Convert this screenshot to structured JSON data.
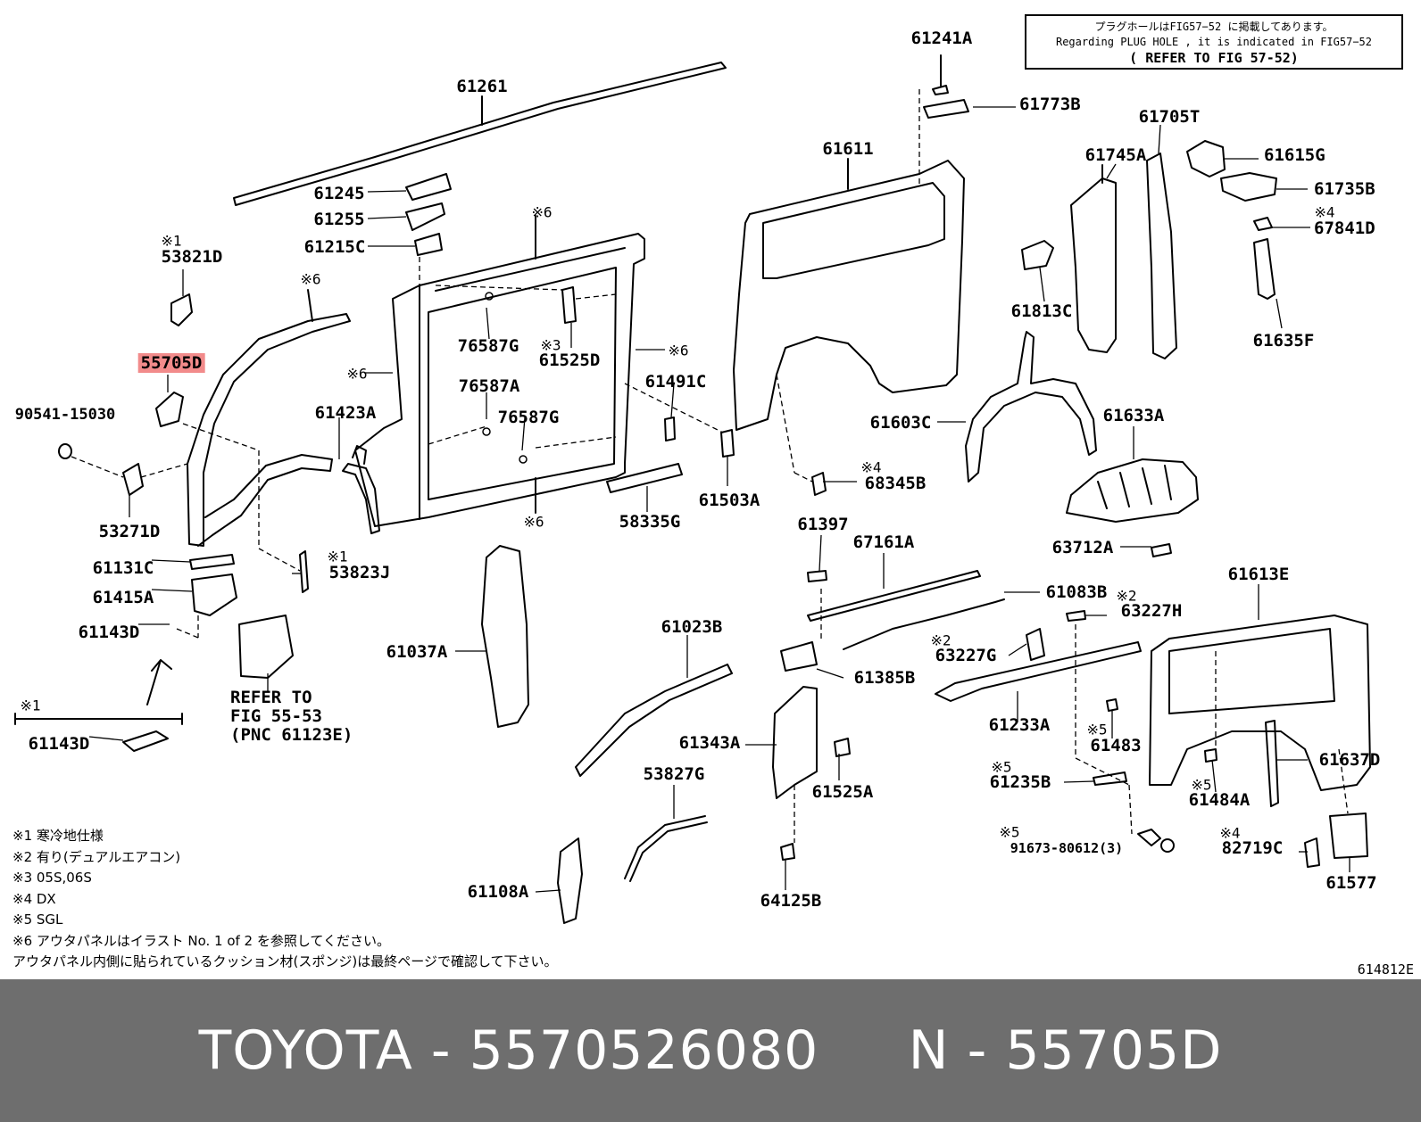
{
  "note_box": {
    "line1": "プラグホールはFIG57−52 に掲載してあります。",
    "line2": "Regarding PLUG HOLE , it is indicated in FIG57−52",
    "line3": "( REFER TO FIG 57-52)"
  },
  "parts": {
    "p61261": "61261",
    "p61241A": "61241A",
    "p61773B": "61773B",
    "p61705T": "61705T",
    "p61611": "61611",
    "p61745A": "61745A",
    "p61615G": "61615G",
    "p61735B": "61735B",
    "p67841D": "67841D",
    "p61245": "61245",
    "p61255": "61255",
    "p61215C": "61215C",
    "p53821D": "53821D",
    "p55705D": "55705D",
    "p90541": "90541-15030",
    "p53271D": "53271D",
    "p61131C": "61131C",
    "p61415A": "61415A",
    "p61143D_top": "61143D",
    "p61143D_bottom": "61143D",
    "p61423A": "61423A",
    "p53823J": "53823J",
    "p76587G_1": "76587G",
    "p76587A": "76587A",
    "p76587G_2": "76587G",
    "p61525D": "61525D",
    "p61491C": "61491C",
    "p61503A": "61503A",
    "p58335G": "58335G",
    "p61813C": "61813C",
    "p61635F": "61635F",
    "p61603C": "61603C",
    "p61633A": "61633A",
    "p68345B": "68345B",
    "p61397": "61397",
    "p67161A": "67161A",
    "p61083B": "61083B",
    "p63227H": "63227H",
    "p63712A": "63712A",
    "p61613E": "61613E",
    "p63227G": "63227G",
    "p61385B": "61385B",
    "p61233A": "61233A",
    "p61483": "61483",
    "p61235B": "61235B",
    "p61484A": "61484A",
    "p61637D": "61637D",
    "p91673": "91673-80612(3)",
    "p82719C": "82719C",
    "p61577": "61577",
    "p61037A": "61037A",
    "p61023B": "61023B",
    "p61343A": "61343A",
    "p61525A": "61525A",
    "p53827G": "53827G",
    "p61108A": "61108A",
    "p64125B": "64125B"
  },
  "marks": {
    "m1": "※1",
    "m2": "※2",
    "m3": "※3",
    "m4": "※4",
    "m5": "※5",
    "m6": "※6"
  },
  "refer": {
    "line1": "REFER TO",
    "line2": "FIG 55-53",
    "line3": "(PNC 61123E)"
  },
  "legend": [
    "※1 寒冷地仕様",
    "※2 有り(デュアルエアコン)",
    "※3 05S,06S",
    "※4 DX",
    "※5 SGL",
    "※6 アウタパネルはイラスト No. 1 of 2 を参照してください。",
    "アウタパネル内側に貼られているクッション材(スポンジ)は最終ページで確認して下さい。"
  ],
  "diagram_id": "614812E",
  "footer": {
    "text": "TOYOTA - 5570526080     N - 55705D"
  },
  "colors": {
    "highlight": "#f28b8b",
    "footer_bg": "#6e6e6e",
    "footer_text": "#ffffff",
    "line": "#000000"
  }
}
